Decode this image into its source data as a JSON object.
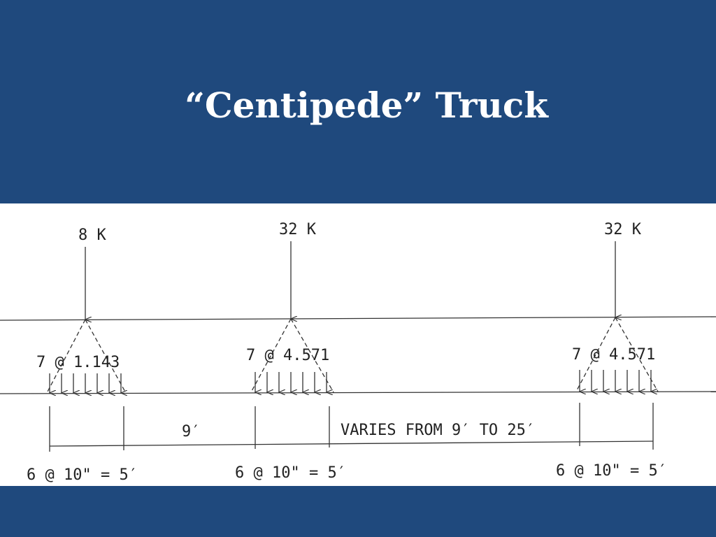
{
  "title": "“Centipede” Truck",
  "diagram": {
    "loads": [
      {
        "magnitude": "8 K",
        "distribution": "7 @ 1.143",
        "spacing": "6 @ 10\" = 5′"
      },
      {
        "magnitude": "32 K",
        "distribution": "7 @ 4.571",
        "spacing": "6 @ 10\" = 5′"
      },
      {
        "magnitude": "32 K",
        "distribution": "7 @ 4.571",
        "spacing": "6 @ 10\" = 5′"
      }
    ],
    "gap_label": "9′",
    "varies_label": "VARIES FROM 9′ TO 25′"
  },
  "colors": {
    "background": "#1f497d",
    "title_text": "#ffffff",
    "drawing_background": "#ffffff",
    "line_work": "#333333"
  }
}
